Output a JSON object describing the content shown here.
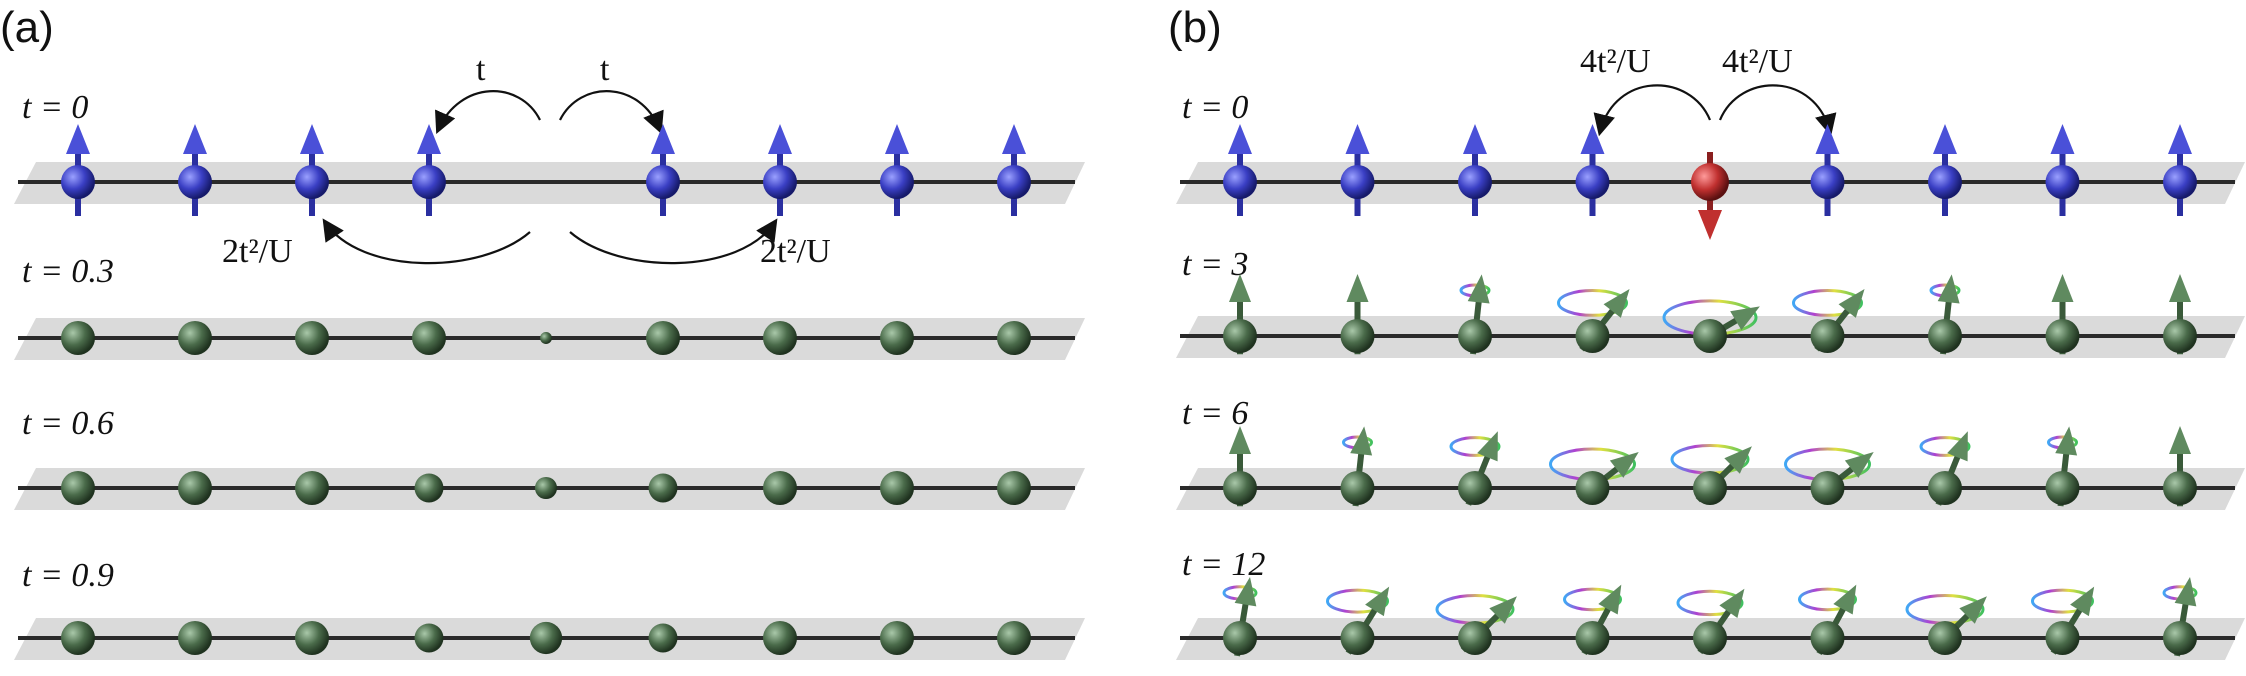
{
  "panels": [
    {
      "id": "a",
      "label": "(a)",
      "rows": [
        {
          "time": "t = 0",
          "kind": "spin-up",
          "sites": [
            1,
            1,
            1,
            1,
            0,
            1,
            1,
            1,
            1
          ]
        },
        {
          "time": "t = 0.3",
          "kind": "ball",
          "sizes": [
            1,
            1,
            1,
            1,
            0.35,
            1,
            1,
            1,
            1
          ]
        },
        {
          "time": "t = 0.6",
          "kind": "ball",
          "sizes": [
            1,
            1,
            1,
            0.85,
            0.65,
            0.85,
            1,
            1,
            1
          ]
        },
        {
          "time": "t = 0.9",
          "kind": "ball",
          "sizes": [
            1,
            1,
            1,
            0.85,
            0.95,
            0.85,
            1,
            1,
            1
          ]
        }
      ],
      "annotations": {
        "hop": "t",
        "exchange": "2t²/U"
      }
    },
    {
      "id": "b",
      "label": "(b)",
      "rows": [
        {
          "time": "t = 0",
          "kind": "spin-up-with-flip",
          "flip_site": 4
        },
        {
          "time": "t = 3",
          "kind": "precess",
          "cones": [
            0,
            0,
            0.1,
            0.6,
            0.9,
            0.6,
            0.1,
            0,
            0
          ]
        },
        {
          "time": "t = 6",
          "kind": "precess",
          "cones": [
            0,
            0.1,
            0.35,
            0.8,
            0.7,
            0.8,
            0.35,
            0.1,
            0
          ]
        },
        {
          "time": "t = 12",
          "kind": "precess",
          "cones": [
            0.15,
            0.5,
            0.7,
            0.45,
            0.55,
            0.45,
            0.7,
            0.5,
            0.15
          ]
        }
      ],
      "annotations": {
        "exchange": "4t²/U"
      }
    }
  ],
  "colors": {
    "spin_up": "#3a3fc4",
    "spin_down": "#c0302f",
    "ball": "#4a6b4a",
    "plane": "#d4d4d4",
    "chain": "#2a2a2a"
  }
}
